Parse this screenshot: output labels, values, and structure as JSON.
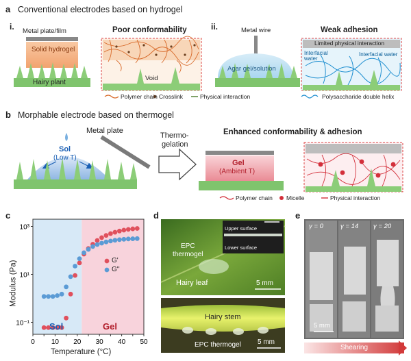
{
  "panel_a": {
    "label": "a",
    "title": "Conventional electrodes based on hydrogel",
    "sub_i": {
      "label": "i.",
      "metal_plate": "Metal plate/film",
      "hydrogel": "Solid hydrogel",
      "plant": "Hairy plant",
      "zoom_title": "Poor conformability",
      "void": "Void"
    },
    "sub_ii": {
      "label": "ii.",
      "metal_wire": "Metal wire",
      "agar": "Agar gel/solution",
      "zoom_title": "Weak adhesion",
      "limited": "Limited physical interaction",
      "interfacial_left": "Interfacial water",
      "interfacial_right": "Interfacial water"
    },
    "legend_i": [
      "Polymer chain",
      "Crosslink",
      "Physical interaction"
    ],
    "legend_ii": "Polysaccharide double helix"
  },
  "panel_b": {
    "label": "b",
    "title": "Morphable electrode based on thermogel",
    "metal_plate": "Metal plate",
    "sol": "Sol",
    "sol_sub": "(Low T)",
    "arrow_text_1": "Thermo-",
    "arrow_text_2": "gelation",
    "gel": "Gel",
    "gel_sub": "(Ambient T)",
    "result_title": "Enhanced conformability & adhesion",
    "legend": [
      "Polymer chain",
      "Micelle",
      "Physical interaction"
    ]
  },
  "panel_c": {
    "label": "c",
    "sol_label": "Sol",
    "gel_label": "Gel",
    "chart_data": {
      "type": "scatter",
      "xlabel": "Temperature (°C)",
      "ylabel": "Modulus (Pa)",
      "xlim": [
        0,
        50
      ],
      "ylim_log10": [
        -1.5,
        3.3
      ],
      "y_scale": "log",
      "xticks": [
        0,
        5,
        10,
        15,
        20,
        25,
        30,
        35,
        40,
        45,
        50
      ],
      "yticks": [
        "10⁻¹",
        "10¹",
        "10³"
      ],
      "sol_gel_transition": 22,
      "series": [
        {
          "name": "G'",
          "color": "#e0505d",
          "x": [
            5,
            7,
            9,
            11,
            13,
            15,
            17,
            19,
            21,
            23,
            25,
            27,
            29,
            31,
            33,
            35,
            37,
            39,
            41,
            43,
            45,
            47
          ],
          "y": [
            0.06,
            0.06,
            0.06,
            0.06,
            0.06,
            0.15,
            1.5,
            9,
            30,
            70,
            120,
            180,
            260,
            340,
            420,
            500,
            570,
            640,
            700,
            750,
            790,
            820
          ]
        },
        {
          "name": "G''",
          "color": "#5b9bd5",
          "x": [
            5,
            7,
            9,
            11,
            13,
            15,
            17,
            19,
            21,
            23,
            25,
            27,
            29,
            31,
            33,
            35,
            37,
            39,
            41,
            43,
            45,
            47
          ],
          "y": [
            1.2,
            1.2,
            1.2,
            1.3,
            1.5,
            3,
            8,
            22,
            45,
            80,
            110,
            145,
            175,
            200,
            225,
            245,
            265,
            280,
            290,
            300,
            305,
            310
          ]
        }
      ]
    }
  },
  "panel_d": {
    "label": "d",
    "epc": "EPC",
    "thermogel": "thermogel",
    "upper": "Upper surface",
    "lower": "Lower surface",
    "leaf": "Hairy leaf",
    "scale1": "5 mm",
    "stem": "Hairy stem",
    "epc_thermogel": "EPC thermogel",
    "scale2": "5 mm"
  },
  "panel_e": {
    "label": "e",
    "gammas": [
      "γ = 0",
      "γ = 14",
      "γ = 20"
    ],
    "scale": "5 mm",
    "shearing": "Shearing"
  }
}
